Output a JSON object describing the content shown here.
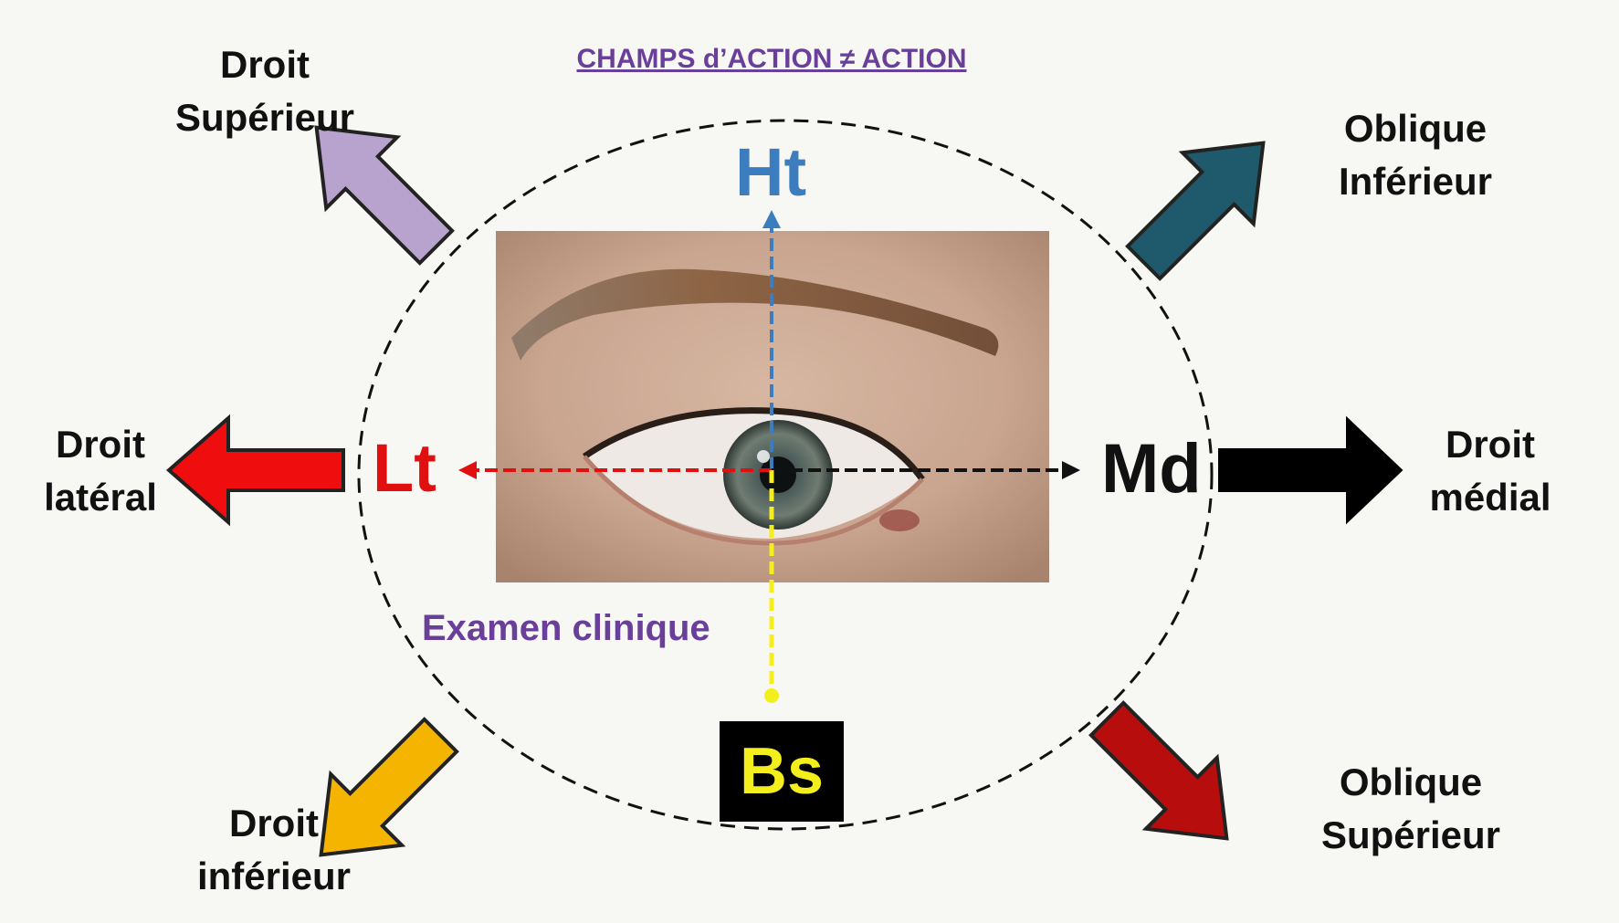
{
  "title": "CHAMPS d’ACTION ≠  ACTION",
  "center_labels": {
    "up": "Ht",
    "left": "Lt",
    "right": "Md",
    "down": "Bs"
  },
  "exam_label": "Examen clinique",
  "muscles": {
    "top_left": [
      "Droit",
      "Supérieur"
    ],
    "top_right": [
      "Oblique",
      "Inférieur"
    ],
    "left": [
      "Droit",
      "latéral"
    ],
    "right": [
      "Droit",
      "médial"
    ],
    "bottom_left": [
      "Droit",
      "inférieur"
    ],
    "bottom_right": [
      "Oblique",
      "Supérieur"
    ]
  },
  "colors": {
    "droit_superieur": "#b8a3cf",
    "oblique_inferieur": "#1e5a6b",
    "droit_lateral": "#ef0d0d",
    "droit_medial": "#000000",
    "droit_inferieur": "#f5b400",
    "oblique_superieur": "#b80d0d",
    "up_line": "#3c7dc0",
    "left_line": "#e01010",
    "right_line": "#111111",
    "down_line": "#f5ee1d",
    "title": "#6a3f9a"
  }
}
